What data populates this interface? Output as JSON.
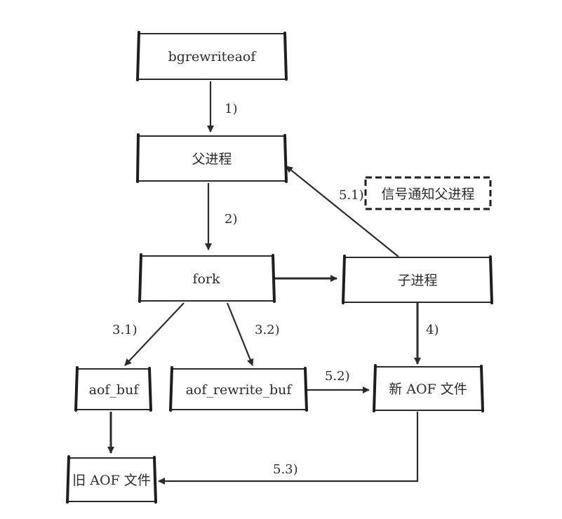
{
  "nodes": {
    "bgrewriteaof": "bgrewriteaof",
    "parent": "父进程",
    "fork": "fork",
    "child": "子进程",
    "aof_buf": "aof_buf",
    "aof_rewrite_buf": "aof_rewrite_buf",
    "new_aof": "新 AOF 文件",
    "old_aof": "旧 AOF 文件",
    "notify": "信号通知父进程"
  },
  "edges": {
    "e1": "1)",
    "e2": "2)",
    "e31": "3.1)",
    "e32": "3.2)",
    "e4": "4)",
    "e51": "5.1)",
    "e52": "5.2)",
    "e53": "5.3)"
  }
}
